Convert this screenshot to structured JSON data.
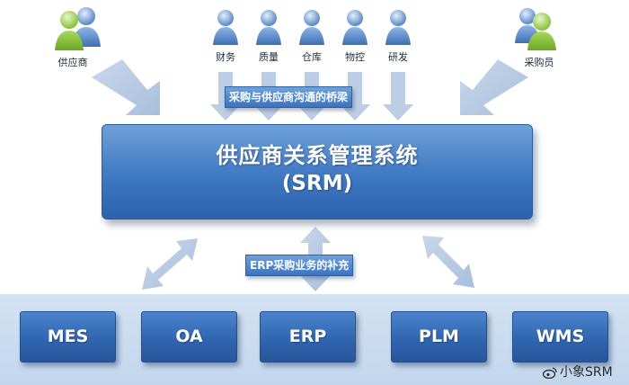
{
  "roles": {
    "supplier": "供应商",
    "finance": "财务",
    "quality": "质量",
    "warehouse": "仓库",
    "logistics": "物控",
    "rnd": "研发",
    "buyer": "采购员"
  },
  "bridge_label": "采购与供应商沟通的桥梁",
  "core": {
    "title": "供应商关系管理系统",
    "subtitle": "(SRM)"
  },
  "supplement_label": "ERP采购业务的补充",
  "systems": [
    "MES",
    "OA",
    "ERP",
    "PLM",
    "WMS"
  ],
  "watermark": "小象SRM",
  "colors": {
    "box_blue": "#3f78c3",
    "arrow": "#b7c9e2",
    "band": "#c8daee",
    "person_green": "#8cc63f",
    "person_blue": "#5b8fcf"
  }
}
